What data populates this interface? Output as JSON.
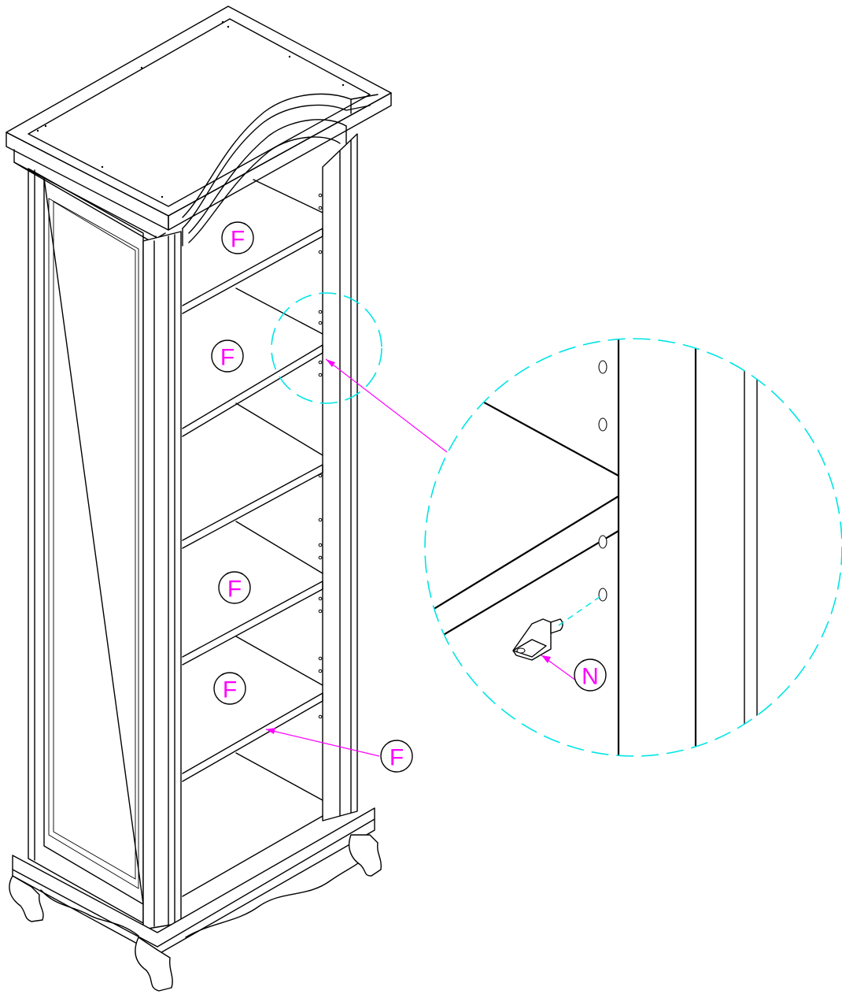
{
  "callouts": {
    "shelf_1": "F",
    "shelf_2": "F",
    "shelf_3": "F",
    "shelf_4": "F",
    "shelf_5": "F",
    "detail_support": "N"
  },
  "colors": {
    "lines": "#000000",
    "callout_text": "#ff00ff",
    "leader": "#ff00ff",
    "detail_circle": "#00e5e5"
  }
}
